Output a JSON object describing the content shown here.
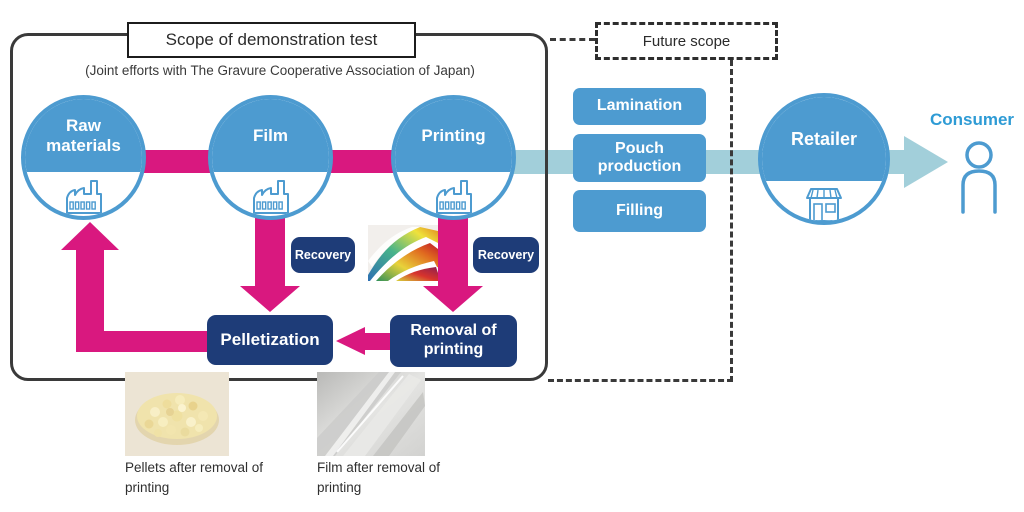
{
  "colors": {
    "accent_pink": "#D9187F",
    "node_blue": "#4D9BD0",
    "navy": "#1E3C78",
    "flow_light_blue": "#A2CFDA",
    "consumer_text_blue": "#2E9BD5",
    "frame_dark": "#3a3a3a"
  },
  "scope": {
    "title": "Scope of demonstration test",
    "subtitle": "(Joint efforts with The Gravure Cooperative Association of Japan)"
  },
  "future": {
    "label": "Future scope",
    "steps": [
      {
        "label": "Lamination"
      },
      {
        "label": "Pouch production"
      },
      {
        "label": "Filling"
      }
    ]
  },
  "nodes": {
    "raw_materials": {
      "label": "Raw materials",
      "icon": "factory-icon"
    },
    "film": {
      "label": "Film",
      "icon": "factory-icon"
    },
    "printing": {
      "label": "Printing",
      "icon": "factory-icon"
    },
    "retailer": {
      "label": "Retailer",
      "icon": "storefront-icon"
    }
  },
  "consumer": {
    "label": "Consumer",
    "icon": "person-icon"
  },
  "recovery": {
    "left": {
      "label": "Recovery"
    },
    "right": {
      "label": "Recovery"
    }
  },
  "process": {
    "pelletization": "Pelletization",
    "removal_of_printing": "Removal of printing"
  },
  "photos": {
    "swatch": "printed-color-samples-photo",
    "pellets": "recycled-pellets-photo",
    "film": "clear-film-photo"
  },
  "captions": {
    "pellets": "Pellets after removal of printing",
    "film": "Film after removal of printing"
  }
}
